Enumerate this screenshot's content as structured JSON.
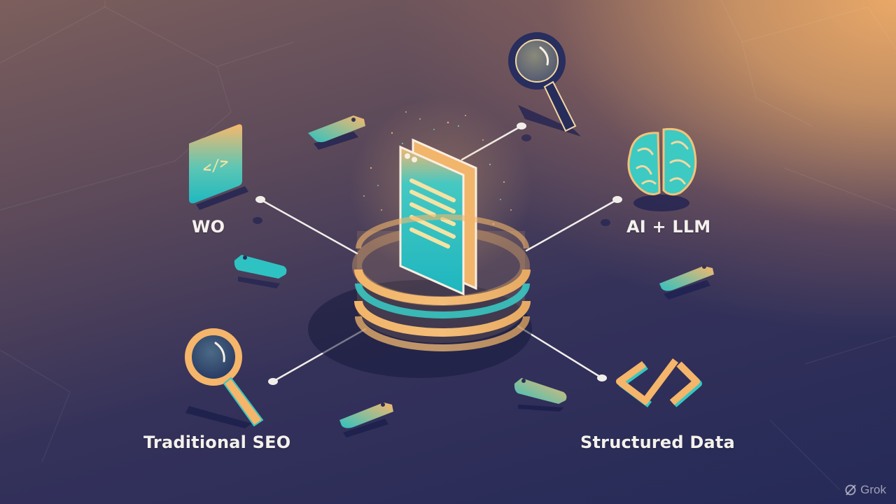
{
  "diagram": {
    "center": {
      "name": "web-document-hub",
      "icon": "document-icon"
    },
    "nodes": [
      {
        "label": "WO",
        "icon": "code-tile-icon",
        "position": "upper-left"
      },
      {
        "label": "AI + LLM",
        "icon": "brain-icon",
        "position": "upper-right"
      },
      {
        "label": "Traditional SEO",
        "icon": "magnifier-icon",
        "position": "lower-left"
      },
      {
        "label": "Structured Data",
        "icon": "code-brackets-icon",
        "position": "lower-right"
      }
    ],
    "extra_icons": [
      "magnifier-icon-top",
      "tag-icon",
      "tag-icon",
      "tag-icon",
      "tag-icon",
      "tag-icon"
    ]
  },
  "watermark": {
    "text": "Grok"
  },
  "colors": {
    "teal": "#35c9c3",
    "peach": "#f5b56a",
    "navy": "#252a58",
    "text": "#f4f1ec"
  }
}
